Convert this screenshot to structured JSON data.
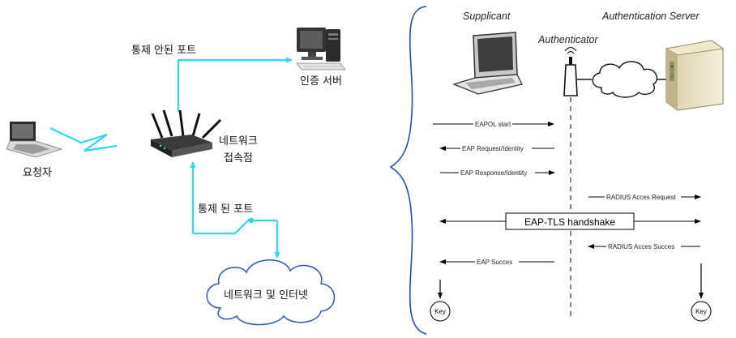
{
  "left_panel": {
    "uncontrolled_port_label": "통제 안된 포트",
    "auth_server_label": "인증 서버",
    "access_point_label_line1": "네트워크",
    "access_point_label_line2": "접속점",
    "supplicant_label": "요청자",
    "controlled_port_label": "통제 된 포트",
    "network_label": "네트워크 및 인터넷"
  },
  "right_panel": {
    "supplicant_title": "Supplicant",
    "authenticator_title": "Authenticator",
    "auth_server_title": "Authentication Server",
    "messages": {
      "eapol_start": "EAPOL start",
      "eap_request_identity": "EAP Request/Identity",
      "eap_response_identity": "EAP Response/Identity",
      "radius_access_request": "RADIUS Acces Request",
      "eap_tls_handshake": "EAP-TLS handshake",
      "radius_access_success": "RADIUS Acces Succes",
      "eap_success": "EAP Succes"
    },
    "key_left": "Key",
    "key_right": "Key"
  },
  "colors": {
    "link_cyan": "#2fd6f0",
    "brace_blue": "#1a4fb5",
    "arrow": "#000000"
  }
}
